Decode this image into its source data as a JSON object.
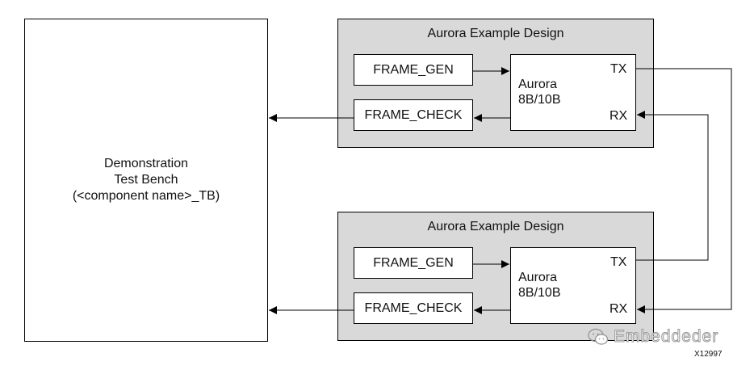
{
  "test_bench": {
    "line1": "Demonstration",
    "line2": "Test Bench",
    "line3": "(<component name>_TB)"
  },
  "designs": [
    {
      "title": "Aurora Example Design",
      "frame_gen": "FRAME_GEN",
      "frame_check": "FRAME_CHECK",
      "core_line1": "Aurora",
      "core_line2": "8B/10B",
      "tx": "TX",
      "rx": "RX"
    },
    {
      "title": "Aurora Example Design",
      "frame_gen": "FRAME_GEN",
      "frame_check": "FRAME_CHECK",
      "core_line1": "Aurora",
      "core_line2": "8B/10B",
      "tx": "TX",
      "rx": "RX"
    }
  ],
  "watermark": {
    "icon": "wechat-icon",
    "text": "Embeddeder"
  },
  "figure_id": "X12997"
}
